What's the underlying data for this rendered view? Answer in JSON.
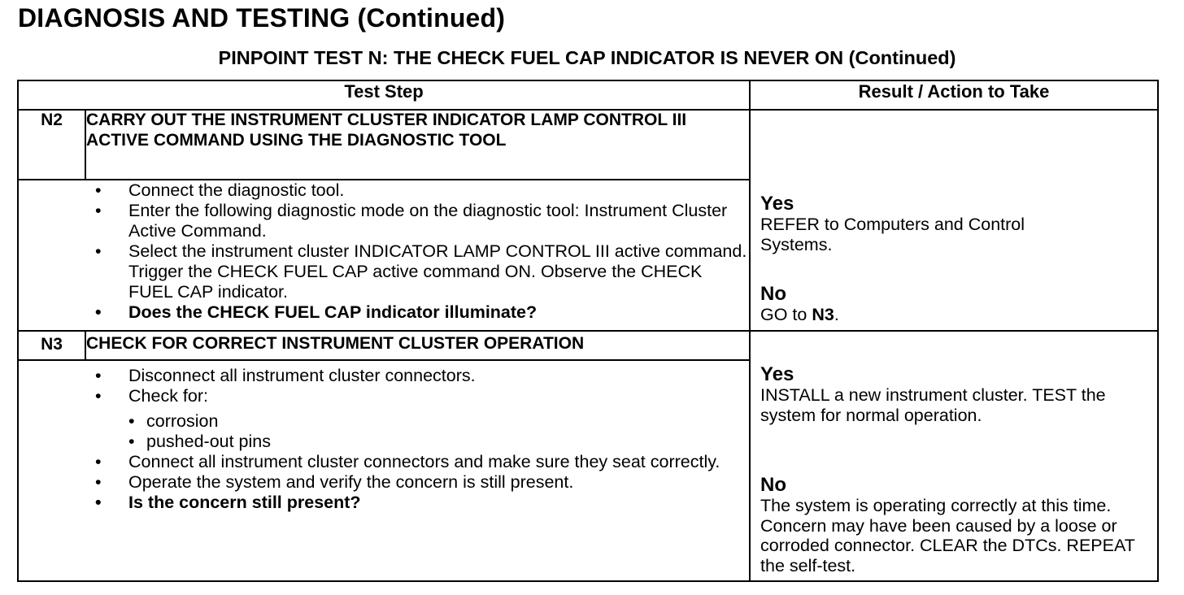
{
  "page": {
    "main_heading": "DIAGNOSIS AND TESTING (Continued)",
    "sub_heading": "PINPOINT TEST N: THE CHECK FUEL CAP INDICATOR IS NEVER ON (Continued)"
  },
  "table": {
    "headers": {
      "test_step": "Test Step",
      "result": "Result / Action to Take"
    },
    "steps": [
      {
        "id": "N2",
        "title": "CARRY OUT THE INSTRUMENT CLUSTER INDICATOR LAMP CONTROL III ACTIVE COMMAND USING THE DIAGNOSTIC TOOL",
        "bullets": [
          "Connect the diagnostic tool.",
          "Enter the following diagnostic mode on the diagnostic tool: Instrument Cluster Active Command.",
          "Select the instrument cluster INDICATOR LAMP CONTROL III active command. Trigger the CHECK FUEL CAP active command ON. Observe the CHECK FUEL CAP indicator.",
          "Does the CHECK FUEL CAP indicator illuminate?"
        ],
        "bullet_char": "•",
        "yes_label": "Yes",
        "yes_text": "REFER to Computers and Control Systems.",
        "no_label": "No",
        "no_text_prefix": "GO to ",
        "no_text_bold": "N3",
        "no_text_suffix": "."
      },
      {
        "id": "N3",
        "title": "CHECK FOR CORRECT INSTRUMENT CLUSTER OPERATION",
        "bullets": [
          "Disconnect all instrument cluster connectors.",
          "Check for:",
          "Connect all instrument cluster connectors and make sure they seat correctly.",
          "Operate the system and verify the concern is still present.",
          "Is the concern still present?"
        ],
        "sub_bullets": [
          "corrosion",
          "pushed-out pins"
        ],
        "bullet_char": "•",
        "yes_label": "Yes",
        "yes_text": "INSTALL a new instrument cluster. TEST the system for normal operation.",
        "no_label": "No",
        "no_text": "The system is operating correctly at this time. Concern may have been caused by a loose or corroded connector. CLEAR the DTCs. REPEAT the self-test."
      }
    ]
  }
}
